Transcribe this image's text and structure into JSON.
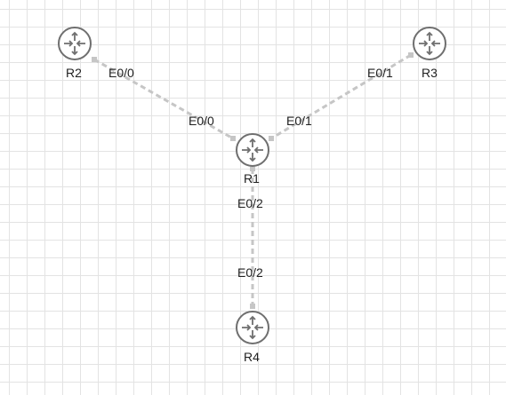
{
  "theme": {
    "link_color": "#c6c6c6",
    "router_stroke": "#6f6f6f",
    "router_fill": "#ffffff",
    "grid_color": "#e3e3e3"
  },
  "nodes": [
    {
      "id": "R1",
      "label": "R1",
      "icon": "router-icon"
    },
    {
      "id": "R2",
      "label": "R2",
      "icon": "router-icon"
    },
    {
      "id": "R3",
      "label": "R3",
      "icon": "router-icon"
    },
    {
      "id": "R4",
      "label": "R4",
      "icon": "router-icon"
    }
  ],
  "links": [
    {
      "from": "R2",
      "to": "R1",
      "from_port": "E0/0",
      "to_port": "E0/0"
    },
    {
      "from": "R3",
      "to": "R1",
      "from_port": "E0/1",
      "to_port": "E0/1"
    },
    {
      "from": "R4",
      "to": "R1",
      "from_port": "E0/2",
      "to_port": "E0/2"
    }
  ]
}
